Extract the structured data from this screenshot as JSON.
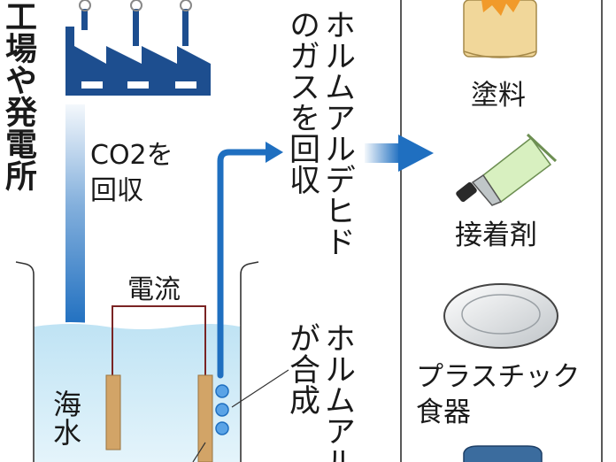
{
  "source": {
    "label": "工場や発電所",
    "icon": "factory-icon"
  },
  "steps": {
    "co2_capture_line1": "CO2を",
    "co2_capture_line2": "回収",
    "current": "電流",
    "seawater": "海水",
    "formaldehyde_gas_line1": "ホルムアルデヒド",
    "formaldehyde_gas_line2": "のガスを回収",
    "synthesis_line1": "ホルムアル",
    "synthesis_line2": "が合成"
  },
  "products": [
    {
      "label": "塗料",
      "icon": "paint-can-icon"
    },
    {
      "label": "接着剤",
      "icon": "glue-tube-icon"
    },
    {
      "label_line1": "プラスチック",
      "label_line2": "食器",
      "icon": "plate-icon"
    }
  ],
  "colors": {
    "factory": "#1d4e8f",
    "arrow": "#1f6fc0",
    "water": "#cfeaf6",
    "electrode": "#d2a467",
    "wire": "#7a2424",
    "glue": "#d8f0c0",
    "paint": "#f1d79a",
    "paint_splash": "#f19a2a"
  }
}
